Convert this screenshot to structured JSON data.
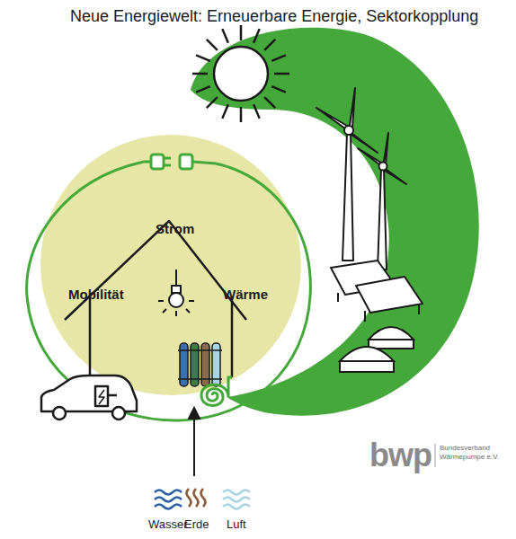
{
  "diagram": {
    "title": "Neue Energiewelt: Erneuerbare Energie, Sektorkopplung",
    "nodes": [
      {
        "text": [
          "Strom",
          "Mobilität",
          "Wärme"
        ]
      }
    ],
    "labels": [
      "Wasser",
      "Erde",
      "Luft",
      "bwp",
      "Bundesverband Wärmepumpe e.V."
    ]
  }
}
